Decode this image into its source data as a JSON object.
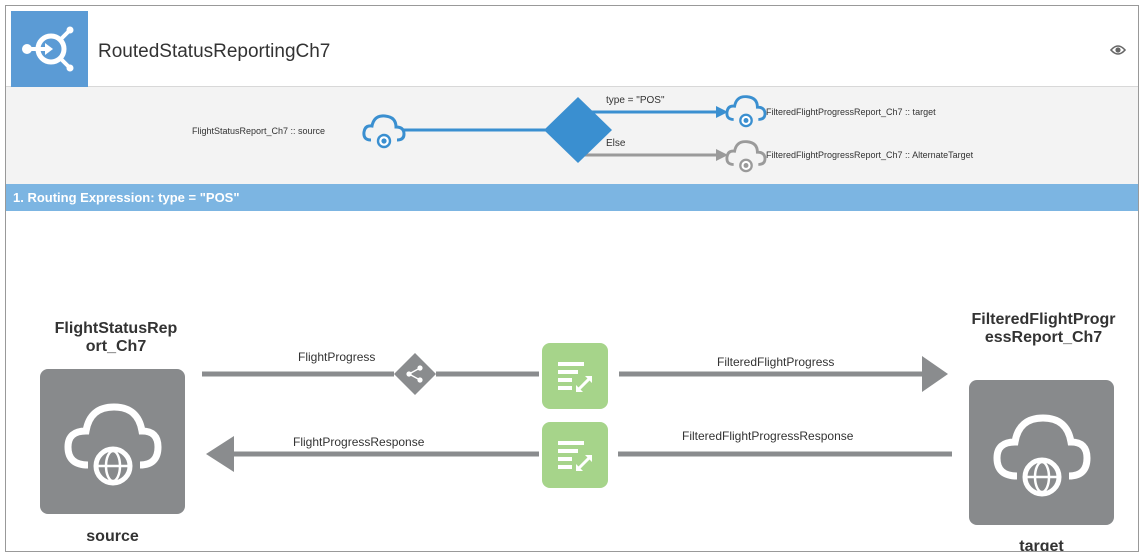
{
  "header": {
    "title": "RoutedStatusReportingCh7",
    "app_icon": "routing-icon",
    "view_icon": "eye-icon"
  },
  "overview": {
    "source_label": "FlightStatusReport_Ch7 :: source",
    "condition_label": "type = \"POS\"",
    "else_label": "Else",
    "target_label": "FilteredFlightProgressReport_Ch7 :: target",
    "alternate_label": "FilteredFlightProgressReport_Ch7 :: AlternateTarget"
  },
  "banner": {
    "text": "1. Routing Expression: type = \"POS\""
  },
  "flow": {
    "source": {
      "name": "FlightStatusReport_Ch7",
      "role": "source"
    },
    "target": {
      "name": "FilteredFlightProgressReport_Ch7",
      "role": "target"
    },
    "request_in_label": "FlightProgress",
    "request_out_label": "FilteredFlightProgress",
    "response_in_label": "FilteredFlightProgressResponse",
    "response_out_label": "FlightProgressResponse"
  },
  "colors": {
    "accent": "#5b9bd5",
    "banner": "#7cb5e2",
    "mapper": "#a6d48a",
    "service": "#888a8c",
    "arrow": "#8a8c8e"
  }
}
